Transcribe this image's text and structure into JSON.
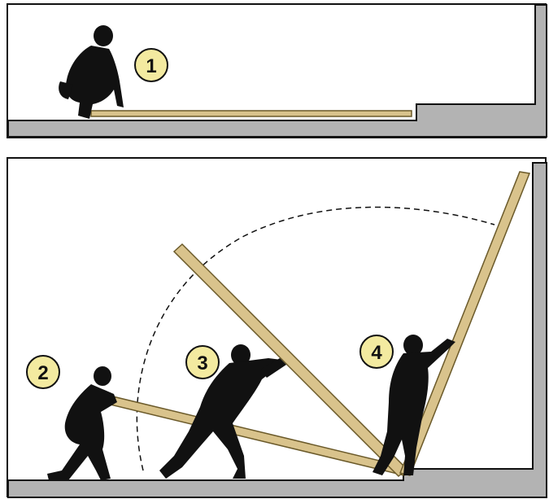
{
  "steps": [
    {
      "label": "1"
    },
    {
      "label": "2"
    },
    {
      "label": "3"
    },
    {
      "label": "4"
    }
  ],
  "colors": {
    "wall": "#b3b3b3",
    "plank": "#d9c38c",
    "plank_edge": "#6b5a2a",
    "figure": "#111111",
    "badge": "#f3eaa0",
    "outline": "#111111"
  }
}
